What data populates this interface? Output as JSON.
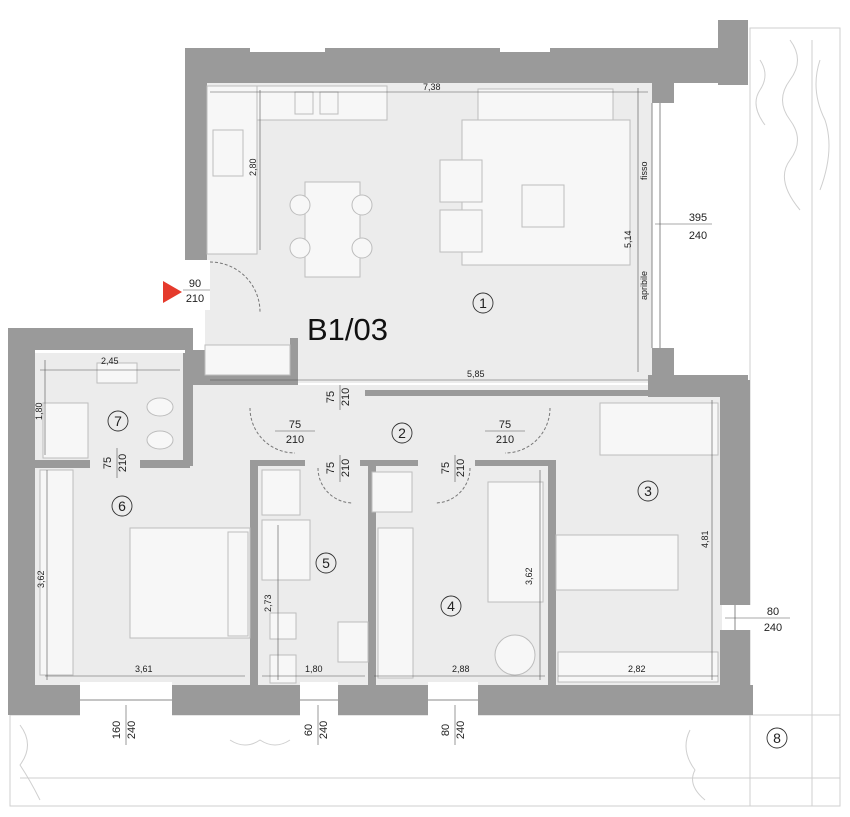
{
  "plan": {
    "unit_label": "B1/03",
    "rooms": [
      {
        "number": "1"
      },
      {
        "number": "2"
      },
      {
        "number": "3"
      },
      {
        "number": "4"
      },
      {
        "number": "5"
      },
      {
        "number": "6"
      },
      {
        "number": "7"
      },
      {
        "number": "8"
      }
    ],
    "dimensions": {
      "living_width": "7,38",
      "living_bottom": "5,85",
      "living_height": "5,14",
      "kitchen_depth": "2,80",
      "bath7_width": "2,45",
      "bath7_depth": "1,80",
      "room6_depth": "3,62",
      "room6_width": "3,61",
      "bath5_depth": "2,73",
      "bath5_width": "1,80",
      "room4_depth": "3,62",
      "room4_width": "2,88",
      "room3_depth": "4,81",
      "room3_width": "2,82"
    },
    "glazing": {
      "fixed": "fisso",
      "opening": "apribile"
    },
    "openings": {
      "entry": {
        "w": "90",
        "h": "210"
      },
      "living_window": {
        "w": "395",
        "h": "240"
      },
      "room3_window": {
        "w": "80",
        "h": "240"
      },
      "hall_door": {
        "w": "75",
        "h": "210"
      },
      "room6_door_top": {
        "w": "75",
        "h": "210"
      },
      "room3_door": {
        "w": "75",
        "h": "210"
      },
      "bath7_door": {
        "w": "75",
        "h": "210"
      },
      "bath5_door": {
        "w": "75",
        "h": "210"
      },
      "room4_door": {
        "w": "75",
        "h": "210"
      },
      "room6_window": {
        "w": "160",
        "h": "240"
      },
      "bath5_window": {
        "w": "60",
        "h": "240"
      },
      "room4_window": {
        "w": "80",
        "h": "240"
      }
    },
    "colors": {
      "wall": "#9a9a9a",
      "floor": "#ececec",
      "entry_marker": "#e53a2c"
    }
  }
}
